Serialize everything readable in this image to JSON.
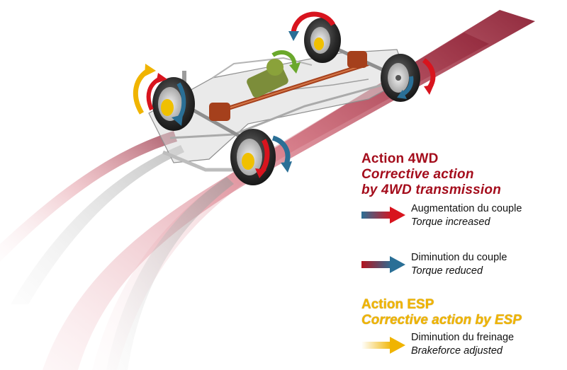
{
  "action_4wd": {
    "title": "Action 4WD",
    "subtitle_line1": "Corrective action",
    "subtitle_line2": "by 4WD transmission",
    "increase": {
      "fr": "Augmentation du couple",
      "en": "Torque increased"
    },
    "decrease": {
      "fr": "Diminution du couple",
      "en": "Torque reduced"
    }
  },
  "action_esp": {
    "title": "Action ESP",
    "subtitle": "Corrective action by ESP",
    "brake": {
      "fr": "Diminution du freinage",
      "en": "Brakeforce adjusted"
    }
  },
  "colors": {
    "dark_red": "#a40d1c",
    "red": "#d8141e",
    "blue": "#2a6f96",
    "yellow": "#f0b400",
    "green": "#6aa82c",
    "track": "#b0384c"
  }
}
